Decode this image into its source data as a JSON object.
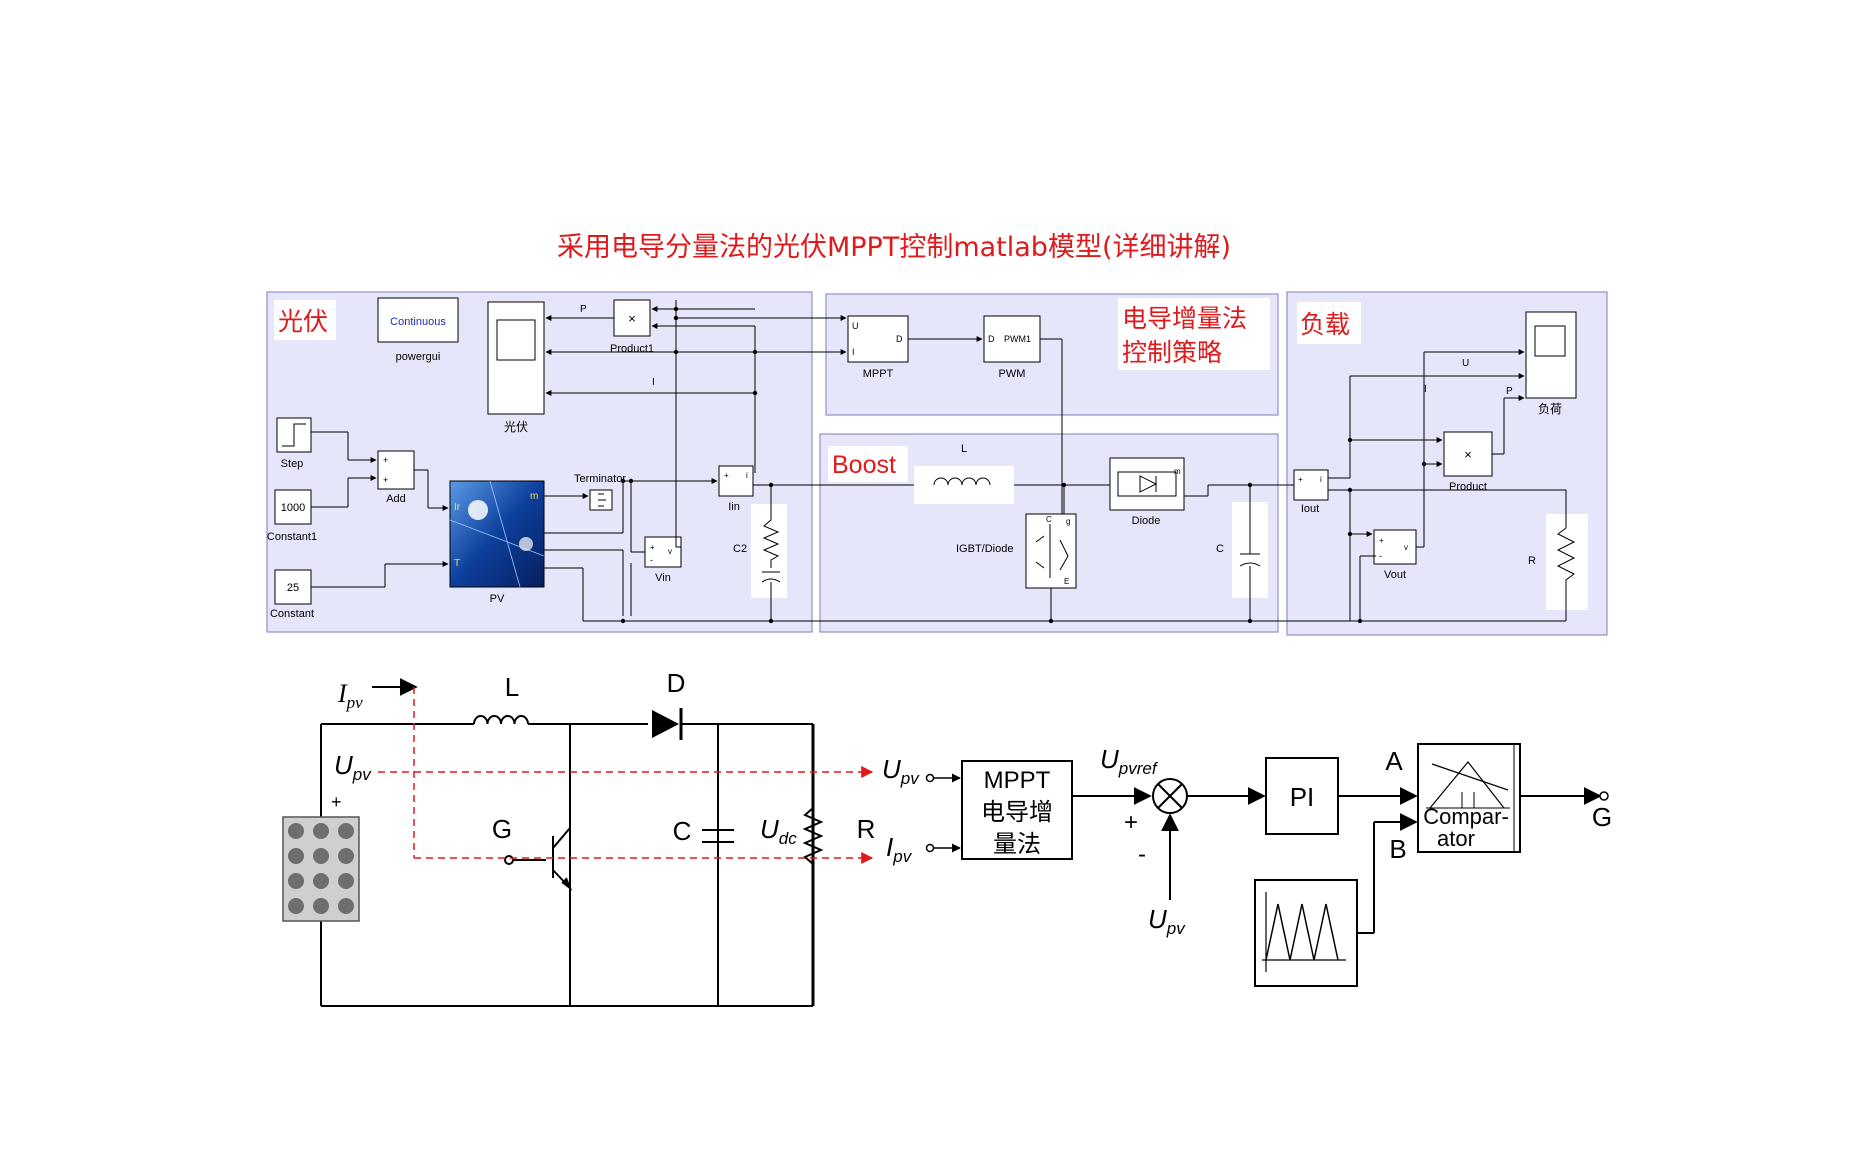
{
  "title": "采用电导分量法的光伏MPPT控制matlab模型(详细讲解)",
  "colors": {
    "accent_red": "#e0191b",
    "panel_fill": "#e6e6fa",
    "panel_border": "#8f8fc4",
    "wire": "#000000"
  },
  "simulink": {
    "pv_section": {
      "label": "光伏",
      "powergui_text": "Continuous",
      "powergui_name": "powergui",
      "scope_name": "光伏",
      "product_name": "Product1",
      "signal_p": "P",
      "signal_i": "I",
      "step_name": "Step",
      "const1_value": "1000",
      "const1_name": "Constant1",
      "const_value": "25",
      "const_name": "Constant",
      "add_name": "Add",
      "pv_name": "PV",
      "pv_port_ir": "Ir",
      "pv_port_t": "T",
      "pv_port_m": "m",
      "terminator_name": "Terminator",
      "iin_name": "Iin",
      "vin_name": "Vin",
      "c2_name": "C2"
    },
    "mppt_section": {
      "label_line1": "电导增量法",
      "label_line2": "控制策略",
      "mppt_name": "MPPT",
      "port_u": "U",
      "port_i": "I",
      "port_d": "D",
      "pwm_name": "PWM",
      "pwm_in": "D",
      "pwm_out": "PWM1"
    },
    "boost_section": {
      "label": "Boost",
      "inductor_name": "L",
      "igbt_name": "IGBT/Diode",
      "diode_name": "Diode",
      "cap_name": "C"
    },
    "load_section": {
      "label": "负载",
      "scope_name": "负荷",
      "signal_u": "U",
      "signal_i": "I",
      "signal_p": "P",
      "product_name": "Product",
      "iout_name": "Iout",
      "vout_name": "Vout",
      "r_name": "R"
    }
  },
  "schematic": {
    "ipv": "I",
    "ipv_sub": "pv",
    "upv": "U",
    "upv_sub": "pv",
    "inductor": "L",
    "diode": "D",
    "igbt_gate": "G",
    "capacitor": "C",
    "udc": "U",
    "udc_sub": "dc",
    "resistor": "R",
    "plus": "+",
    "mppt_in_u": "U",
    "mppt_in_u_sub": "pv",
    "mppt_in_i": "I",
    "mppt_in_i_sub": "pv",
    "mppt_line1": "MPPT",
    "mppt_line2": "电导增",
    "mppt_line3": "量法",
    "upvref": "U",
    "upvref_sub": "pvref",
    "sum_plus": "+",
    "sum_minus": "-",
    "upv_bottom": "U",
    "upv_bottom_sub": "pv",
    "pi": "PI",
    "input_a": "A",
    "input_b": "B",
    "comparator_line1": "Compar-",
    "comparator_line2": "ator",
    "output_g": "G"
  }
}
